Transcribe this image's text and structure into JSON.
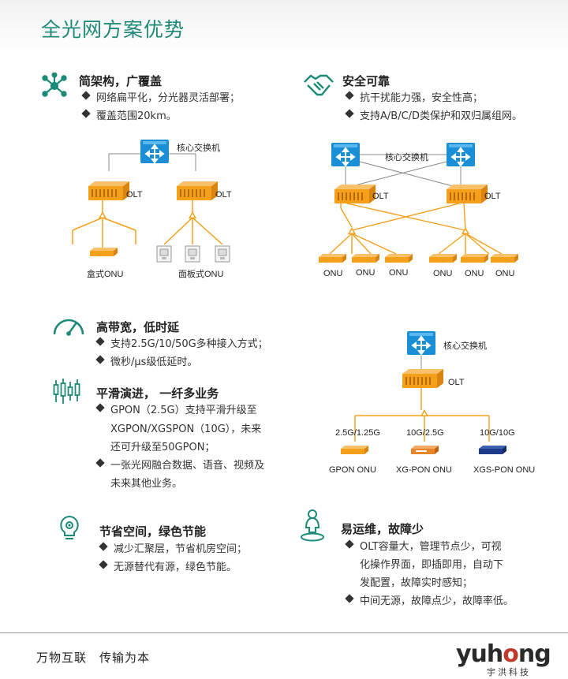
{
  "page": {
    "title": "全光网方案优势"
  },
  "sections": {
    "architecture": {
      "title": "简架构，广覆盖",
      "bullets": [
        "网络扁平化，分光器灵活部署；",
        "覆盖范围20km。"
      ]
    },
    "security": {
      "title": "安全可靠",
      "bullets": [
        "抗干扰能力强，安全性高；",
        "支持A/B/C/D类保护和双归属组网。"
      ]
    },
    "bandwidth": {
      "title": "高带宽，低时延",
      "bullets": [
        "支持2.5G/10/50G多种接入方式；",
        "微秒/μs级低延时。"
      ]
    },
    "evolution": {
      "title": "平滑演进， 一纤多业务",
      "bullets": [
        "GPON（2.5G）支持平滑升级至",
        "XGPON/XGSPON（10G），未来",
        "还可升级至50GPON；",
        "一张光网融合数据、语音、视频及",
        "未来其他业务。"
      ]
    },
    "green": {
      "title": "节省空间，绿色节能",
      "bullets": [
        "减少汇聚层，节省机房空间；",
        "无源替代有源，绿色节能。"
      ]
    },
    "maintenance": {
      "title": "易运维，故障少",
      "bullets": [
        "OLT容量大，管理节点少，可视",
        "化操作界面，即插即用，自动下",
        "发配置，故障实时感知；",
        "中间无源，故障点少，故障率低。"
      ]
    }
  },
  "diagrams": {
    "d1": {
      "core": "核心交换机",
      "olt": "OLT",
      "box_onu": "盒式ONU",
      "panel_onu": "面板式ONU"
    },
    "d2": {
      "core": "核心交换机",
      "olt": "OLT",
      "onu": "ONU"
    },
    "d3": {
      "core": "核心交换机",
      "olt": "OLT",
      "branches": [
        {
          "speed": "2.5G/1.25G",
          "name": "GPON ONU"
        },
        {
          "speed": "10G/2.5G",
          "name": "XG-PON ONU"
        },
        {
          "speed": "10G/10G",
          "name": "XGS-PON ONU"
        }
      ]
    }
  },
  "footer": {
    "slogan": "万物互联　传输为本",
    "logo_a": "yuh",
    "logo_b": "o",
    "logo_c": "ng",
    "logo_sub": "宇洪科技"
  },
  "colors": {
    "accent": "#1d8a77",
    "orange": "#f5a01a",
    "blue": "#1a8fd6",
    "navy": "#1f3a8a"
  }
}
